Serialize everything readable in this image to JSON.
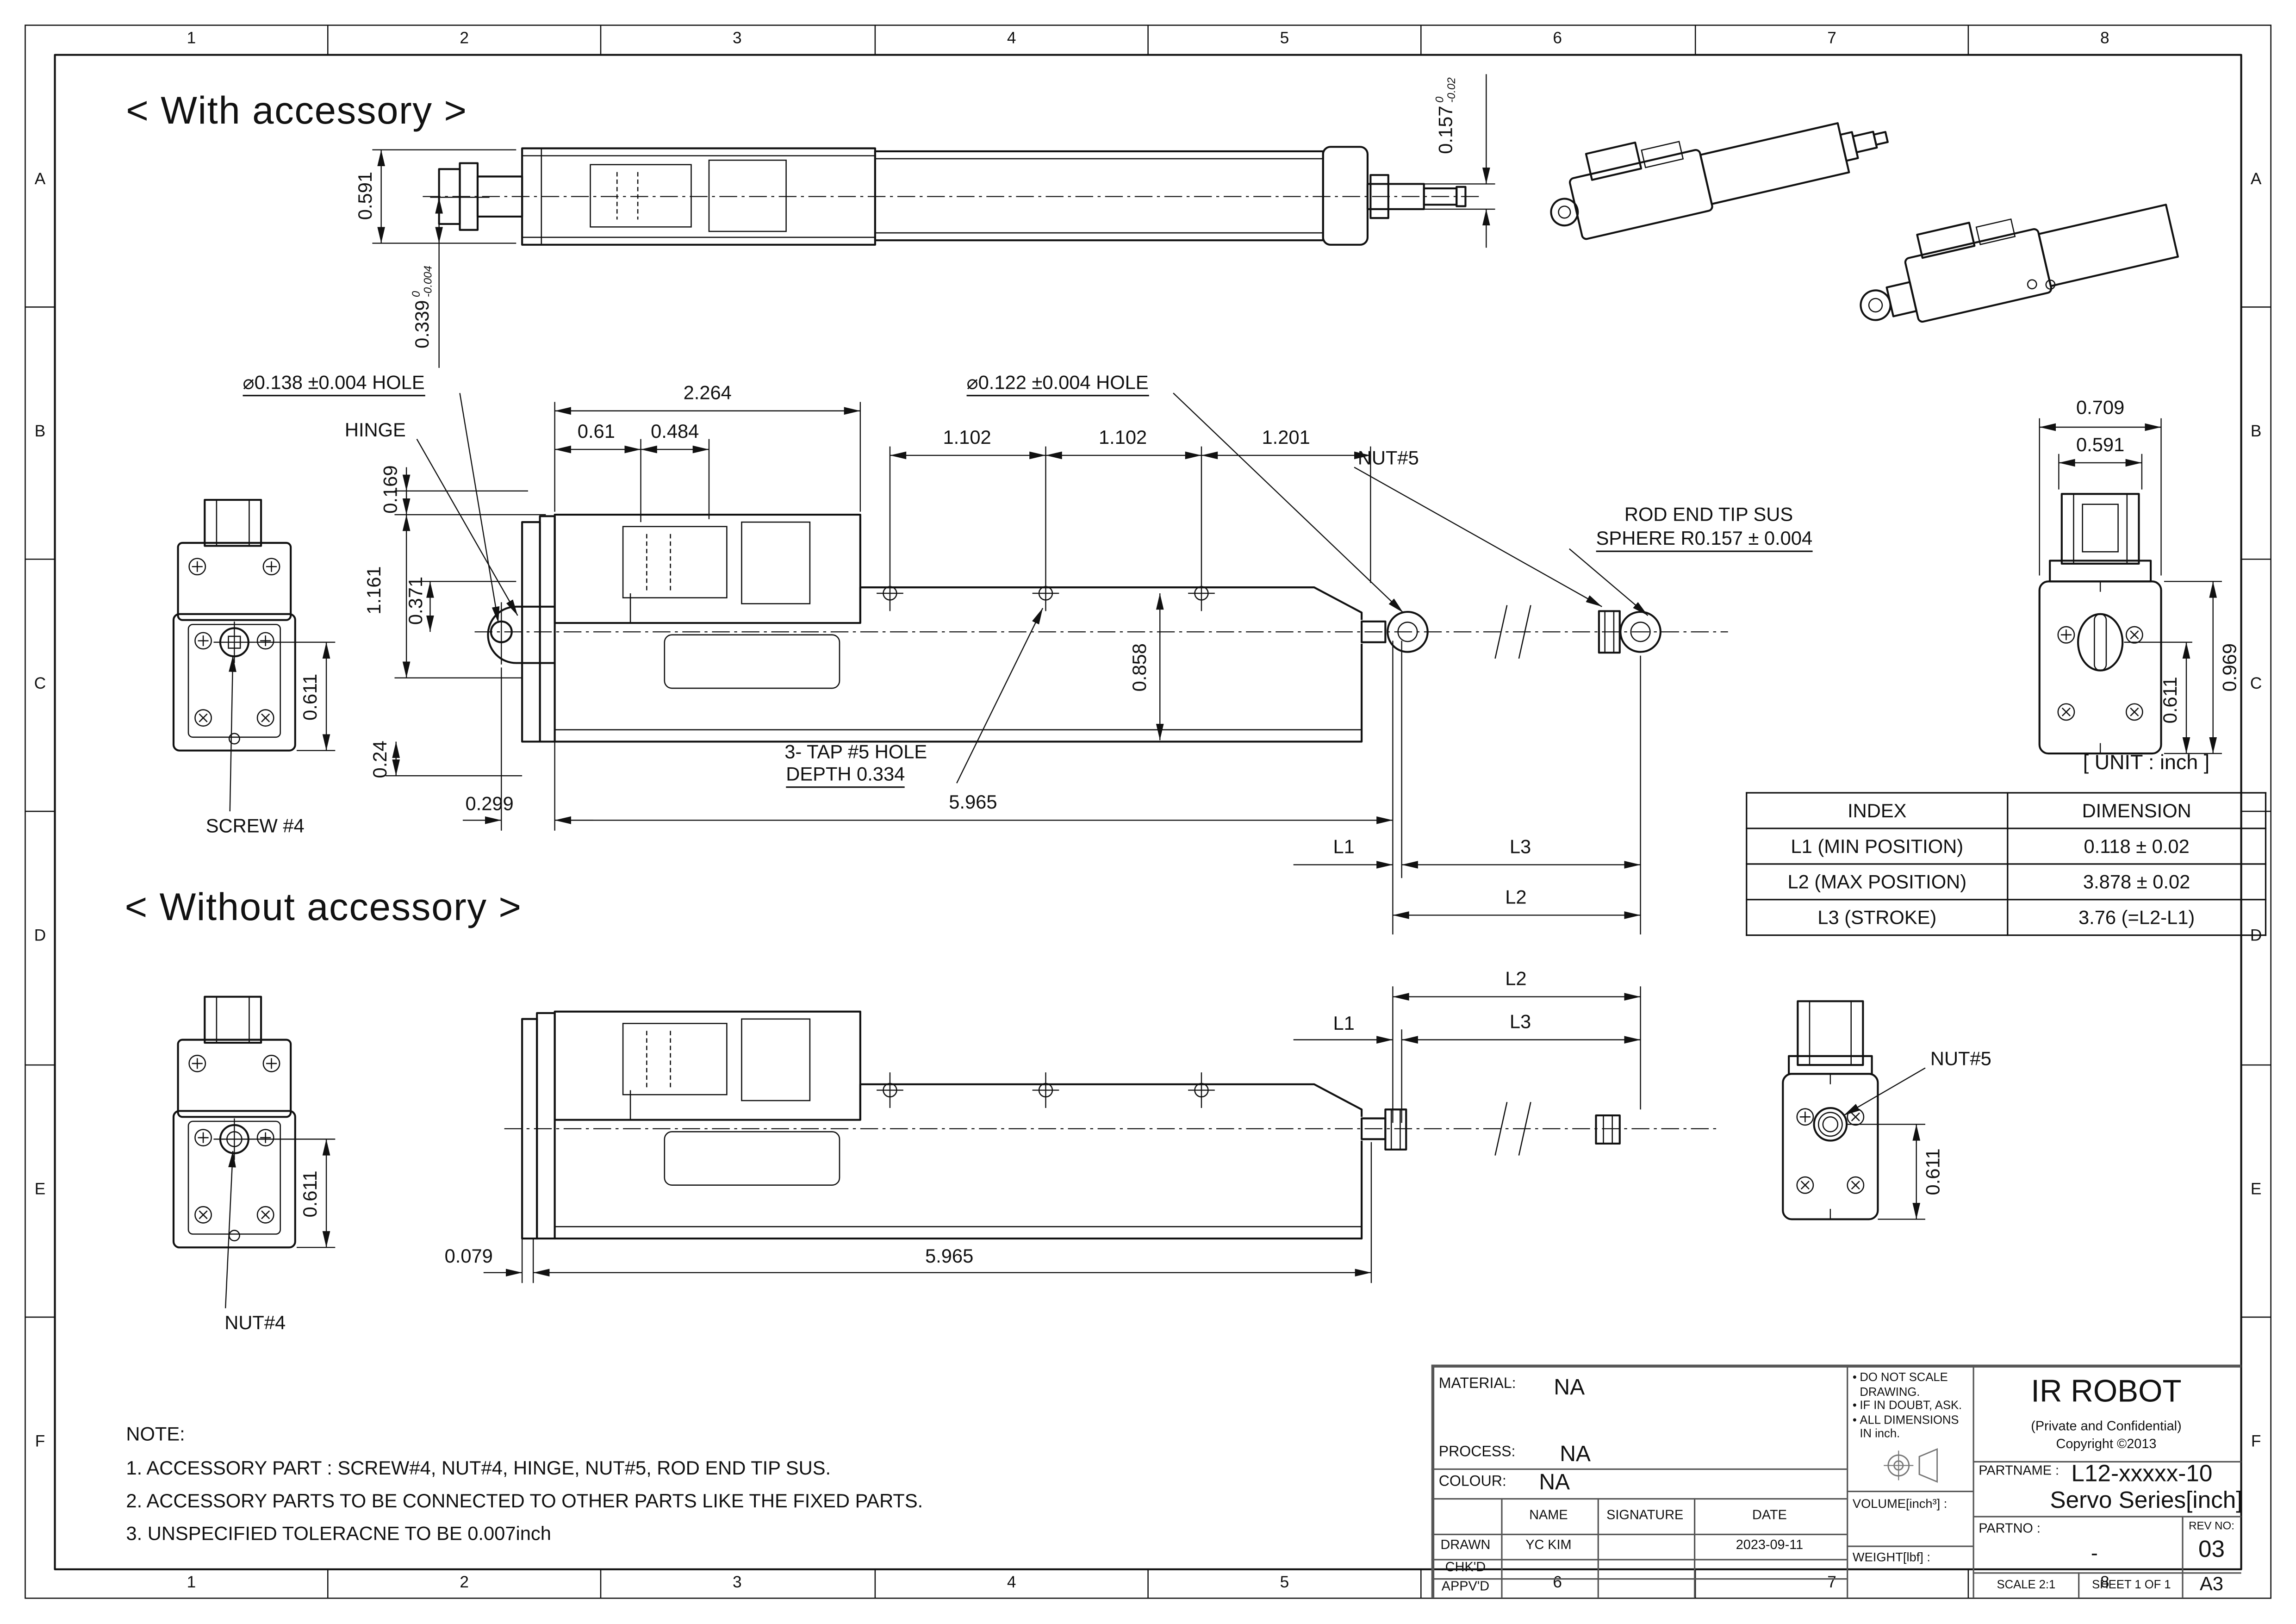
{
  "sheet": {
    "with_accessory_title": "< With accessory >",
    "without_accessory_title": "< Without accessory >",
    "unit_note": "[ UNIT : inch ]"
  },
  "border": {
    "columns": [
      "1",
      "2",
      "3",
      "4",
      "5",
      "6",
      "7",
      "8"
    ],
    "rows": [
      "A",
      "B",
      "C",
      "D",
      "E",
      "F"
    ]
  },
  "dims": {
    "d0591": "0.591",
    "d0339": {
      "value": "0.339",
      "tol_upper": "0",
      "tol_lower": "-0.004"
    },
    "d0157": {
      "value": "0.157",
      "tol_upper": "0",
      "tol_lower": "-0.02"
    },
    "hole138": "⌀0.138 ±0.004 HOLE",
    "hinge": "HINGE",
    "d2264": "2.264",
    "d061": "0.61",
    "d0484": "0.484",
    "d1102": "1.102",
    "d1201": "1.201",
    "hole122": "⌀0.122 ±0.004 HOLE",
    "nut5": "NUT#5",
    "rod_end_line1": "ROD END TIP SUS",
    "rod_end_line2": "SPHERE R0.157 ± 0.004",
    "d0169": "0.169",
    "d1161": "1.161",
    "d0371": "0.371",
    "d0858": "0.858",
    "d024": "0.24",
    "d0299": "0.299",
    "d5965": "5.965",
    "tap_line1": "3- TAP #5 HOLE",
    "tap_line2": "DEPTH 0.334",
    "screw4": "SCREW #4",
    "d0611": "0.611",
    "d0709": "0.709",
    "d0969": "0.969",
    "L1": "L1",
    "L2": "L2",
    "L3": "L3",
    "d0079": "0.079",
    "nut4": "NUT#4"
  },
  "table": {
    "headers": [
      "INDEX",
      "DIMENSION"
    ],
    "rows": [
      [
        "L1 (MIN POSITION)",
        "0.118 ± 0.02"
      ],
      [
        "L2 (MAX POSITION)",
        "3.878 ± 0.02"
      ],
      [
        "L3 (STROKE)",
        "3.76 (=L2-L1)"
      ]
    ]
  },
  "notes": {
    "title": "NOTE:",
    "items": [
      "1. ACCESSORY PART :  SCREW#4, NUT#4, HINGE, NUT#5, ROD END TIP SUS.",
      "2. ACCESSORY PARTS TO BE CONNECTED TO OTHER PARTS LIKE THE  FIXED PARTS.",
      "3. UNSPECIFIED TOLERACNE TO BE 0.007inch"
    ]
  },
  "title_block": {
    "material_label": "MATERIAL:",
    "material": "NA",
    "process_label": "PROCESS:",
    "process": "NA",
    "colour_label": "COLOUR:",
    "colour": "NA",
    "name_header": "NAME",
    "signature_header": "SIGNATURE",
    "date_header": "DATE",
    "drawn_label": "DRAWN",
    "drawn_name": "YC KIM",
    "drawn_date": "2023-09-11",
    "chkd_label": "CHK'D",
    "appvd_label": "APPV'D",
    "notices": [
      "DO NOT SCALE DRAWING.",
      "IF IN DOUBT, ASK.",
      "ALL DIMENSIONS IN inch."
    ],
    "bullet": "•",
    "volume_label": "VOLUME[inch³] :",
    "weight_label": "WEIGHT[lbf] :",
    "company": "IR ROBOT",
    "confidential": "(Private and Confidential)",
    "copyright": "Copyright ©2013",
    "partname_label": "PARTNAME :",
    "partname": "L12-xxxxx-10",
    "partname2": "Servo Series[inch]",
    "partno_label": "PARTNO :",
    "partno": "-",
    "revno_label": "REV NO:",
    "revno": "03",
    "scale": "SCALE 2:1",
    "sheet": "SHEET 1 OF 1",
    "size": "A3"
  }
}
